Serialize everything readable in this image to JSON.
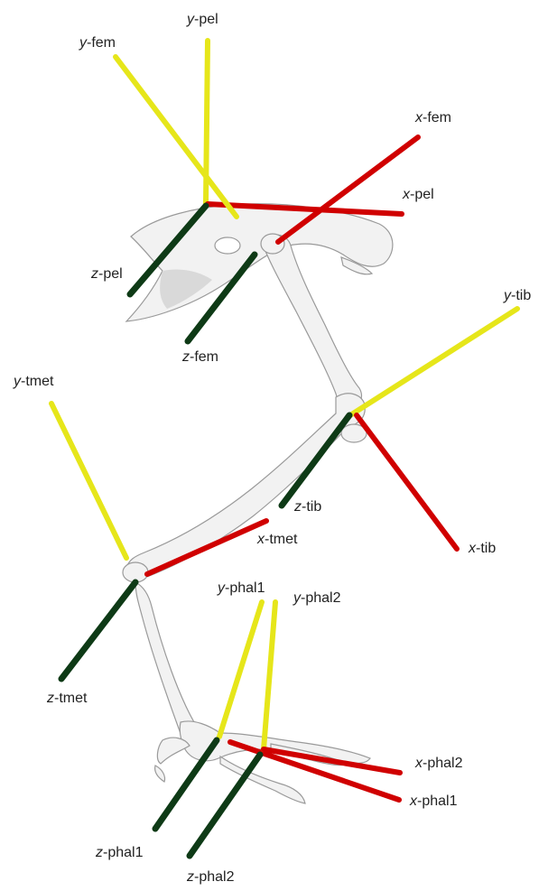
{
  "labels": {
    "y_pel": {
      "axis": "y",
      "seg": "-pel"
    },
    "y_fem": {
      "axis": "y",
      "seg": "-fem"
    },
    "x_fem": {
      "axis": "x",
      "seg": "-fem"
    },
    "x_pel": {
      "axis": "x",
      "seg": "-pel"
    },
    "z_pel": {
      "axis": "z",
      "seg": "-pel"
    },
    "z_fem": {
      "axis": "z",
      "seg": "-fem"
    },
    "y_tib": {
      "axis": "y",
      "seg": "-tib"
    },
    "y_tmet": {
      "axis": "y",
      "seg": "-tmet"
    },
    "z_tib": {
      "axis": "z",
      "seg": "-tib"
    },
    "x_tmet": {
      "axis": "x",
      "seg": "-tmet"
    },
    "x_tib": {
      "axis": "x",
      "seg": "-tib"
    },
    "y_phal1": {
      "axis": "y",
      "seg": "-phal1"
    },
    "y_phal2": {
      "axis": "y",
      "seg": "-phal2"
    },
    "z_tmet": {
      "axis": "z",
      "seg": "-tmet"
    },
    "x_phal2": {
      "axis": "x",
      "seg": "-phal2"
    },
    "x_phal1": {
      "axis": "x",
      "seg": "-phal1"
    },
    "z_phal1": {
      "axis": "z",
      "seg": "-phal1"
    },
    "z_phal2": {
      "axis": "z",
      "seg": "-phal2"
    }
  },
  "colors": {
    "x_axis": "#d00000",
    "y_axis": "#e6e61a",
    "z_axis": "#0e3a16",
    "bone": "#f2f2f2"
  }
}
